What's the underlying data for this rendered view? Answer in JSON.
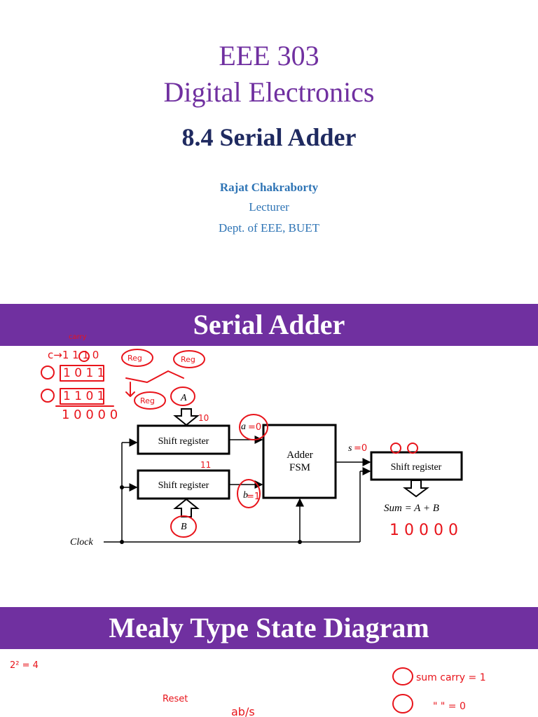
{
  "title": {
    "course": "EEE 303",
    "subject": "Digital Electronics",
    "section": "8.4 Serial Adder"
  },
  "author": {
    "name": "Rajat Chakraborty",
    "role": "Lecturer",
    "dept": "Dept. of EEE, BUET"
  },
  "banners": {
    "serial_adder": "Serial Adder",
    "mealy": "Mealy Type State Diagram"
  },
  "diagram": {
    "input_a": "A",
    "input_b": "B",
    "shift_register_top": "Shift register",
    "shift_register_bottom": "Shift register",
    "shift_register_out": "Shift register",
    "fsm_line1": "Adder",
    "fsm_line2": "FSM",
    "clock": "Clock",
    "a_label": "a",
    "b_label": "b",
    "s_label": "s",
    "sum": "Sum  =  A + B"
  },
  "annotations": {
    "carry": "carry",
    "carry_row": "c→1 1 1 0",
    "a_row": "1 0 1 1",
    "b_row": "1 1 0 1",
    "result_row": "1 0 0 0 0",
    "a_value": "=0",
    "b_value": "=1",
    "s_value": "=0",
    "sum_value": "1 0 0 0 0",
    "reg": "Reg",
    "ten": "10",
    "eleven": "11",
    "pow": "2² = 4",
    "reset": "Reset",
    "abs": "ab/s",
    "sum_carry": "sum  carry = 1",
    "c_row": "\"   \"  = 0"
  },
  "colors": {
    "purple": "#7030a0",
    "navy": "#1f2a60",
    "blue": "#2e74b5",
    "ink": "#e8141b"
  }
}
